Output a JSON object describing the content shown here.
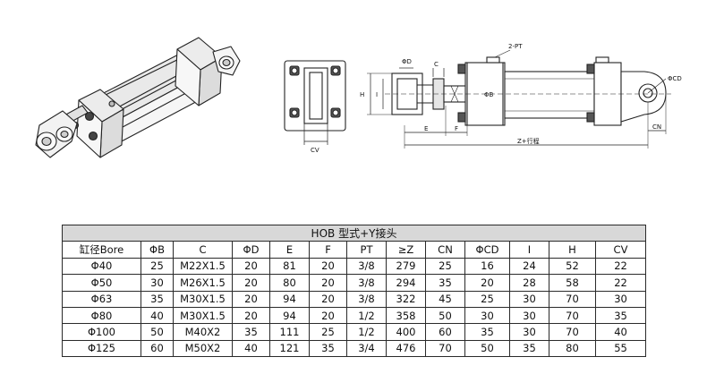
{
  "drawing": {
    "labels": {
      "phi_d": "ΦD",
      "c": "C",
      "two_pt": "2-PT",
      "phi_cd": "ΦCD",
      "h": "H",
      "i": "I",
      "phi_b": "ΦB",
      "e": "E",
      "f": "F",
      "cn": "CN",
      "z_stroke": "Z+行程",
      "cv": "CV"
    }
  },
  "table": {
    "title": "HOB 型式+Y接头",
    "headers": [
      "缸径Bore",
      "ΦB",
      "C",
      "ΦD",
      "E",
      "F",
      "PT",
      "≥Z",
      "CN",
      "ΦCD",
      "I",
      "H",
      "CV"
    ],
    "rows": [
      [
        "Φ40",
        "25",
        "M22X1.5",
        "20",
        "81",
        "20",
        "3/8",
        "279",
        "25",
        "16",
        "24",
        "52",
        "22"
      ],
      [
        "Φ50",
        "30",
        "M26X1.5",
        "20",
        "80",
        "20",
        "3/8",
        "294",
        "35",
        "20",
        "28",
        "58",
        "22"
      ],
      [
        "Φ63",
        "35",
        "M30X1.5",
        "20",
        "94",
        "20",
        "3/8",
        "322",
        "45",
        "25",
        "30",
        "70",
        "30"
      ],
      [
        "Φ80",
        "40",
        "M30X1.5",
        "20",
        "94",
        "20",
        "1/2",
        "358",
        "50",
        "30",
        "30",
        "70",
        "35"
      ],
      [
        "Φ100",
        "50",
        "M40X2",
        "35",
        "111",
        "25",
        "1/2",
        "400",
        "60",
        "35",
        "30",
        "70",
        "40"
      ],
      [
        "Φ125",
        "60",
        "M50X2",
        "40",
        "121",
        "35",
        "3/4",
        "476",
        "70",
        "50",
        "35",
        "80",
        "55"
      ]
    ]
  }
}
